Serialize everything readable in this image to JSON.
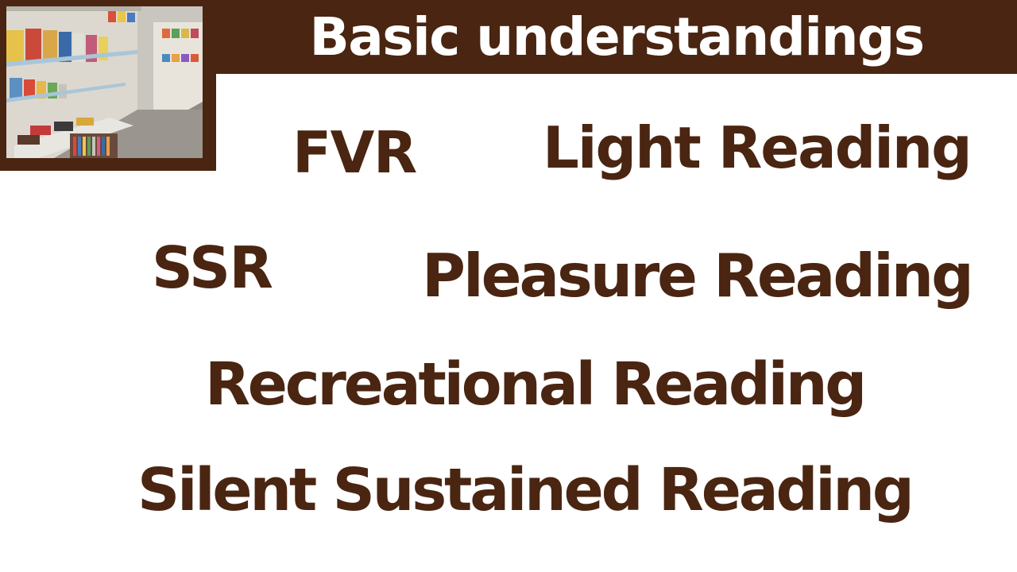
{
  "header": {
    "title": "Basic understandings"
  },
  "photo": {
    "subject": "bookshelves-with-picture-books"
  },
  "terms": {
    "fvr": "FVR",
    "light_reading": "Light Reading",
    "ssr": "SSR",
    "pleasure_reading": "Pleasure Reading",
    "recreational_reading": "Recreational Reading",
    "silent_sustained_reading": "Silent Sustained Reading"
  },
  "colors": {
    "brown": "#4a2511",
    "white": "#ffffff"
  }
}
